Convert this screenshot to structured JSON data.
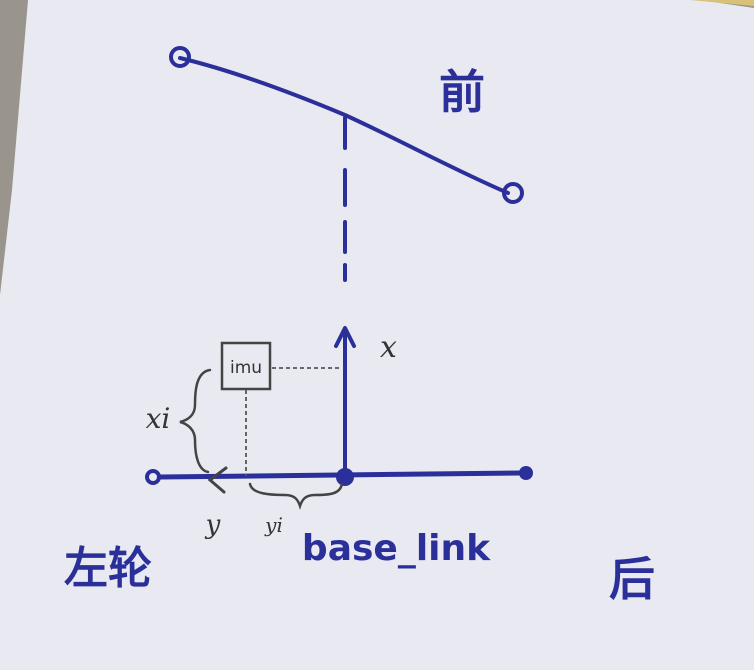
{
  "labels": {
    "front": "前",
    "left_wheel": "左轮",
    "back": "后",
    "base_link": "base_link",
    "imu": "imu",
    "axis_x": "x",
    "axis_y": "y",
    "offset_x": "xi",
    "offset_y": "yi"
  },
  "colors": {
    "ink": "#2b2f9a",
    "pencil": "#444444",
    "paper": "#e8e9f1",
    "background": "#9a958c"
  }
}
